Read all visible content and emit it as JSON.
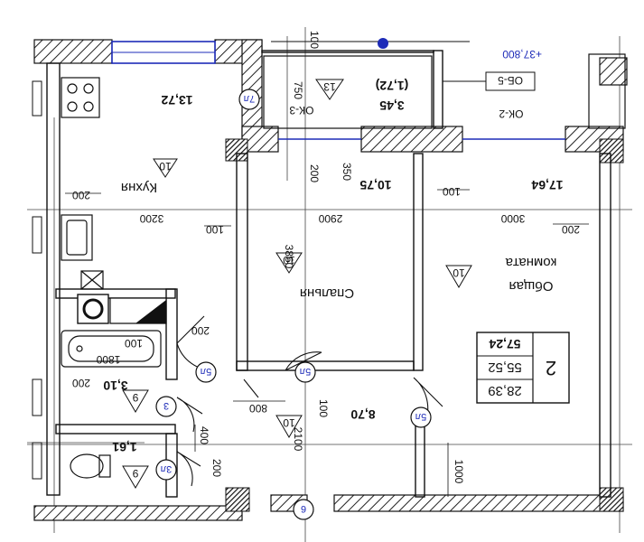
{
  "elevation": "+37,800",
  "window_codes": {
    "ob5": "ОБ-5",
    "ok2": "ОК-2",
    "ok3": "ОК-3"
  },
  "balcony": {
    "area": "3,45",
    "area_reduced": "(1,72)",
    "tag": "13"
  },
  "rooms": {
    "kitchen": {
      "name": "Кухня",
      "area": "13,72",
      "tag": "10"
    },
    "bedroom": {
      "name": "Спальня",
      "area": "10,75",
      "tag": "10"
    },
    "living": {
      "name": "Общая комната",
      "name_line1": "Общая",
      "name_line2": "комната",
      "area": "17,64",
      "tag": "10"
    },
    "bath": {
      "area": "3,10",
      "tag": "9"
    },
    "wc": {
      "area": "1,61",
      "tag": "9"
    },
    "hall": {
      "area": "8,70",
      "tag": "10"
    }
  },
  "apartment": {
    "number": "2",
    "total_area": "57,24",
    "living_area": "55,52",
    "area_3": "28,39"
  },
  "door_tags": {
    "d1": "7л",
    "d2": "5л",
    "d3": "5л",
    "d4": "5л",
    "d5": "3л",
    "d6": "3",
    "d7": "6"
  },
  "dimensions": {
    "d3200": "3200",
    "d2900": "2900",
    "d3000": "3000",
    "d3860": "3860",
    "d200a": "200",
    "d200b": "200",
    "d200c": "200",
    "d200d": "200",
    "d200e": "200",
    "d200f": "200",
    "d100a": "100",
    "d100b": "100",
    "d100c": "100",
    "d100d": "100",
    "d100e": "100",
    "d1800": "1800",
    "d800": "800",
    "d400": "400",
    "d350": "350",
    "d750": "750",
    "d1000": "1000",
    "d2100": "2100"
  }
}
